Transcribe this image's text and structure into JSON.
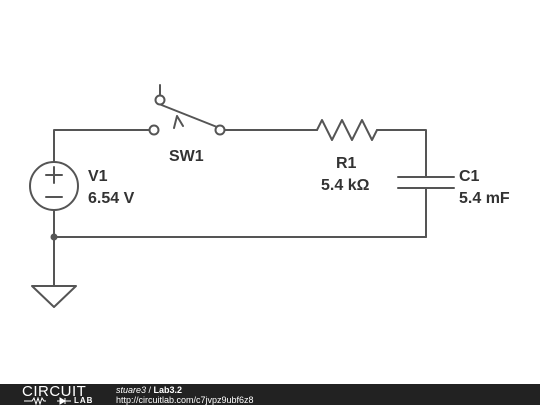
{
  "components": {
    "v1": {
      "name": "V1",
      "value": "6.54 V"
    },
    "sw1": {
      "name": "SW1"
    },
    "r1": {
      "name": "R1",
      "value": "5.4 kΩ"
    },
    "c1": {
      "name": "C1",
      "value": "5.4 mF"
    }
  },
  "footer": {
    "logo_top": "CIRCUIT",
    "logo_bottom": "LAB",
    "user": "stuare3",
    "separator": " / ",
    "title": "Lab3.2",
    "url": "http://circuitlab.com/c7jvpz9ubf6z8"
  }
}
